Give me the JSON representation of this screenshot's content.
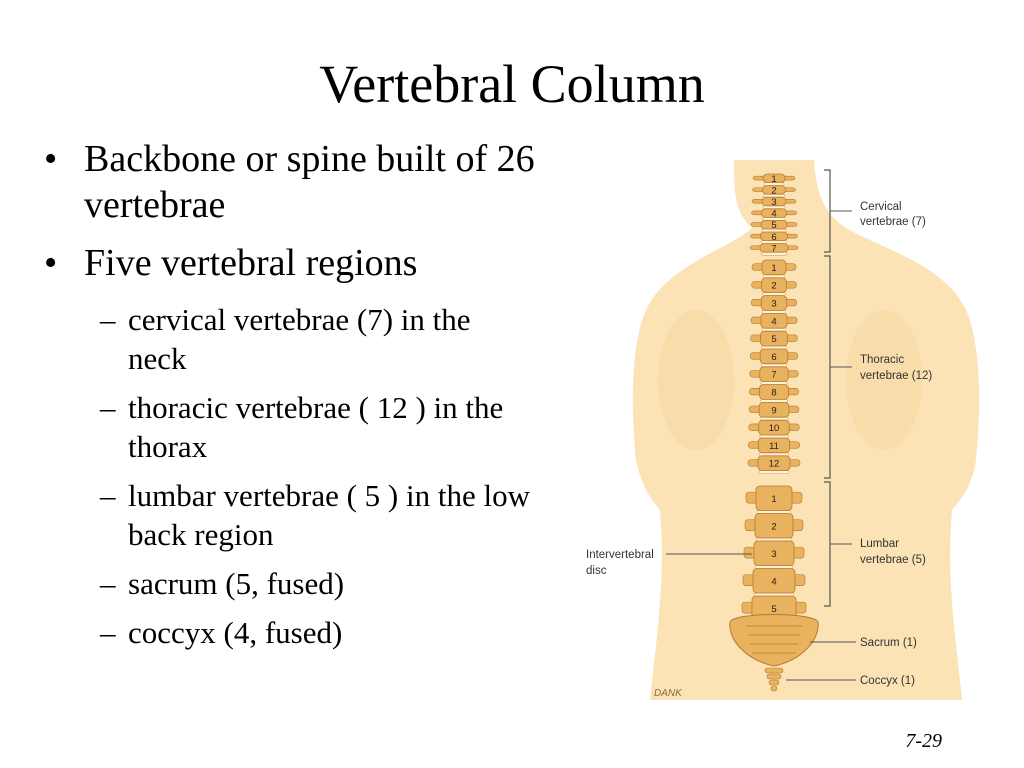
{
  "slide": {
    "title": "Vertebral Column",
    "page_number": "7-29",
    "bullets": [
      {
        "marker": "•",
        "text": "Backbone or spine built of 26 vertebrae"
      },
      {
        "marker": "•",
        "text": "Five vertebral regions"
      }
    ],
    "sub_bullets": [
      {
        "marker": "–",
        "text": "cervical  vertebrae (7) in the neck"
      },
      {
        "marker": "–",
        "text": "thoracic vertebrae ( 12 ) in the thorax"
      },
      {
        "marker": "–",
        "text": "lumbar vertebrae ( 5 ) in the low back region"
      },
      {
        "marker": "–",
        "text": "sacrum (5, fused)"
      },
      {
        "marker": "–",
        "text": "coccyx (4, fused)"
      }
    ]
  },
  "figure": {
    "labels": {
      "cervical_line1": "Cervical",
      "cervical_line2": "vertebrae (7)",
      "thoracic_line1": "Thoracic",
      "thoracic_line2": "vertebrae (12)",
      "lumbar_line1": "Lumbar",
      "lumbar_line2": "vertebrae (5)",
      "disc_line1": "Intervertebral",
      "disc_line2": "disc",
      "sacrum": "Sacrum (1)",
      "coccyx": "Coccyx (1)",
      "artist": "DANK"
    },
    "cervical_numbers": [
      "1",
      "2",
      "3",
      "4",
      "5",
      "6",
      "7"
    ],
    "thoracic_numbers": [
      "1",
      "2",
      "3",
      "4",
      "5",
      "6",
      "7",
      "8",
      "9",
      "10",
      "11",
      "12"
    ],
    "lumbar_numbers": [
      "1",
      "2",
      "3",
      "4",
      "5"
    ],
    "colors": {
      "skin": "#fbe3b6",
      "skin_shadow": "#f3cf94",
      "bone": "#e8b25e",
      "bone_dark": "#b87a2e",
      "disc": "#fff3dc",
      "bracket": "#555555"
    }
  }
}
